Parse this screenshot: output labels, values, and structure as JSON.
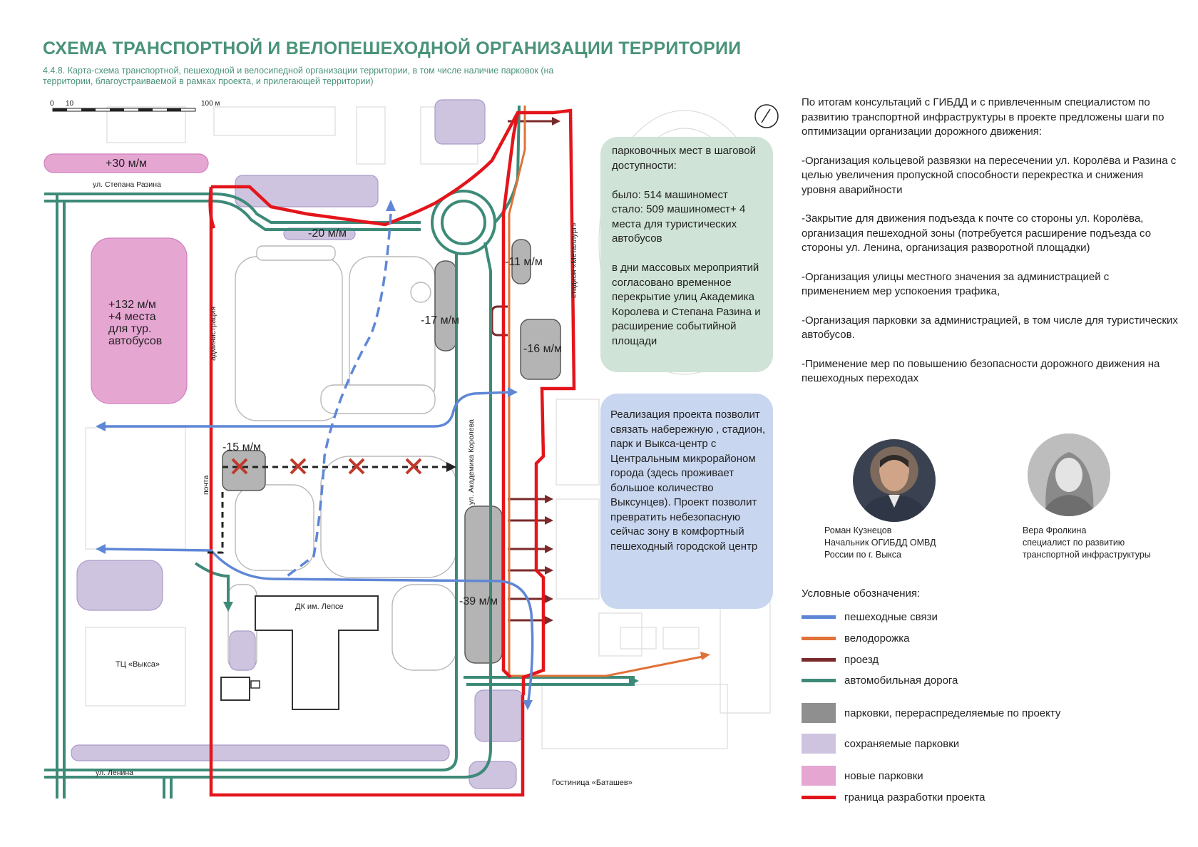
{
  "header": {
    "title": "СХЕМА ТРАНСПОРТНОЙ И ВЕЛОПЕШЕХОДНОЙ ОРГАНИЗАЦИИ ТЕРРИТОРИИ",
    "subtitle": "4.4.8. Карта-схема транспортной, пешеходной и велосипедной организации территории, в том числе наличие парковок (на территории, благоустраиваемой в рамках проекта, и прилегающей территории)"
  },
  "map": {
    "scale": {
      "zero": "0",
      "ten": "10",
      "hundred": "100 м"
    },
    "streets": {
      "razina": "ул. Степана Разина",
      "lenina": "ул. Ленина",
      "koroleva": "ул. Академика Королева"
    },
    "buildings": {
      "administration": "администрация",
      "post": "почта",
      "dk": "ДК им. Лепсе",
      "tc": "ТЦ «Выкса»",
      "hotel": "Гостиница «Баташев»",
      "stadium": "стадион «Металлург»"
    },
    "parking_labels": {
      "p30": "+30 м/м",
      "p132_line1": "+132 м/м",
      "p132_line2": "+4 места",
      "p132_line3": "для тур.",
      "p132_line4": "автобусов",
      "m20": "-20 м/м",
      "m11": "-11 м/м",
      "m17": "-17 м/м",
      "m16": "-16 м/м",
      "m15": "-15 м/м",
      "m39": "-39 м/м"
    },
    "colors": {
      "pedestrian": "#5f87d6",
      "bike": "#e07238",
      "driveway": "#7a2a2a",
      "road": "#3d8a78",
      "redistributed": "#8f8f8f",
      "kept": "#cfc4e0",
      "new": "#e6a6d2",
      "boundary": "#e3151b"
    }
  },
  "green_box": {
    "text": "парковочных мест в шаговой доступности:\n\nбыло: 514 машиномест\nстало: 509 машиномест+ 4 места для туристических автобусов\n\nв дни массовых мероприятий согласовано временное перекрытие улиц Академика Королева и Степана Разина и расширение событийной площади"
  },
  "blue_box": {
    "text": "Реализация проекта позволит связать набережную , стадион, парк и Выкса-центр с Центральным микрорайоном города (здесь проживает большое количество Выксунцев). Проект позволит превратить небезопасную сейчас зону в комфортный пешеходный городской центр"
  },
  "right_text": {
    "p1": "По итогам консультаций с ГИБДД и с привлеченным специалистом по развитию транспортной инфраструктуры в проекте предложены шаги по оптимизации организации дорожного движения:",
    "p2": "-Организация кольцевой развязки на пересечении ул. Королёва и Разина с целью увеличения пропускной способности перекрестка и снижения уровня  аварийности",
    "p3": "-Закрытие для движения подъезда к почте со стороны ул. Королёва, организация пешеходной зоны (потребуется расширение подъезда со стороны ул. Ленина, организация разворотной площадки)",
    "p4": "-Организация улицы местного значения за администрацией с применением мер успокоения трафика,",
    "p5": "-Организация парковки за администрацией, в том числе для туристических автобусов.",
    "p6": "-Применение мер по повышению безопасности дорожного движения на пешеходных переходах"
  },
  "people": [
    {
      "name": "Роман Кузнецов",
      "role": "Начальник ОГИБДД ОМВД России по г. Выкса"
    },
    {
      "name": "Вера Фролкина",
      "role": "специалист по развитию транспортной инфраструктуры"
    }
  ],
  "legend": {
    "title": "Условные обозначения:",
    "items": [
      {
        "label": "пешеходные связи",
        "color": "#5f87d6",
        "kind": "line"
      },
      {
        "label": "велодорожка",
        "color": "#e07238",
        "kind": "line"
      },
      {
        "label": "проезд",
        "color": "#7a2a2a",
        "kind": "line"
      },
      {
        "label": "автомобильная дорога",
        "color": "#3d8a78",
        "kind": "line"
      },
      {
        "label": "парковки, перераспределяемые по проекту",
        "color": "#8f8f8f",
        "kind": "block"
      },
      {
        "label": "сохраняемые парковки",
        "color": "#cfc4e0",
        "kind": "block"
      },
      {
        "label": "новые парковки",
        "color": "#e6a6d2",
        "kind": "block"
      },
      {
        "label": "граница разработки проекта",
        "color": "#e3151b",
        "kind": "line"
      }
    ]
  }
}
